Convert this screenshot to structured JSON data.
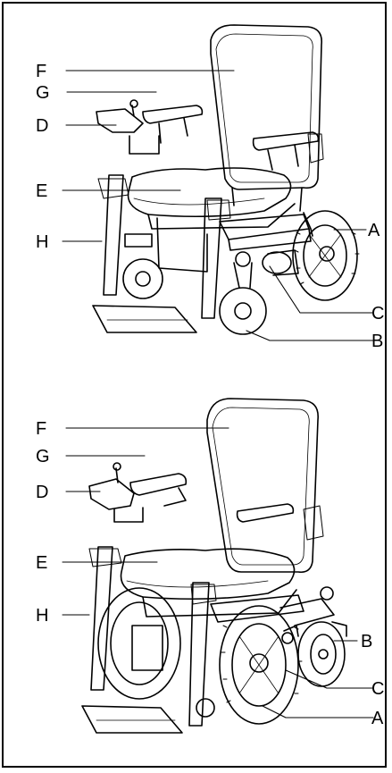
{
  "top_diagram": {
    "labels": {
      "F": "F",
      "G": "G",
      "D": "D",
      "E": "E",
      "H": "H",
      "A": "A",
      "C": "C",
      "B": "B"
    }
  },
  "bottom_diagram": {
    "labels": {
      "F": "F",
      "G": "G",
      "D": "D",
      "E": "E",
      "H": "H",
      "B": "B",
      "C": "C",
      "A": "A"
    }
  }
}
